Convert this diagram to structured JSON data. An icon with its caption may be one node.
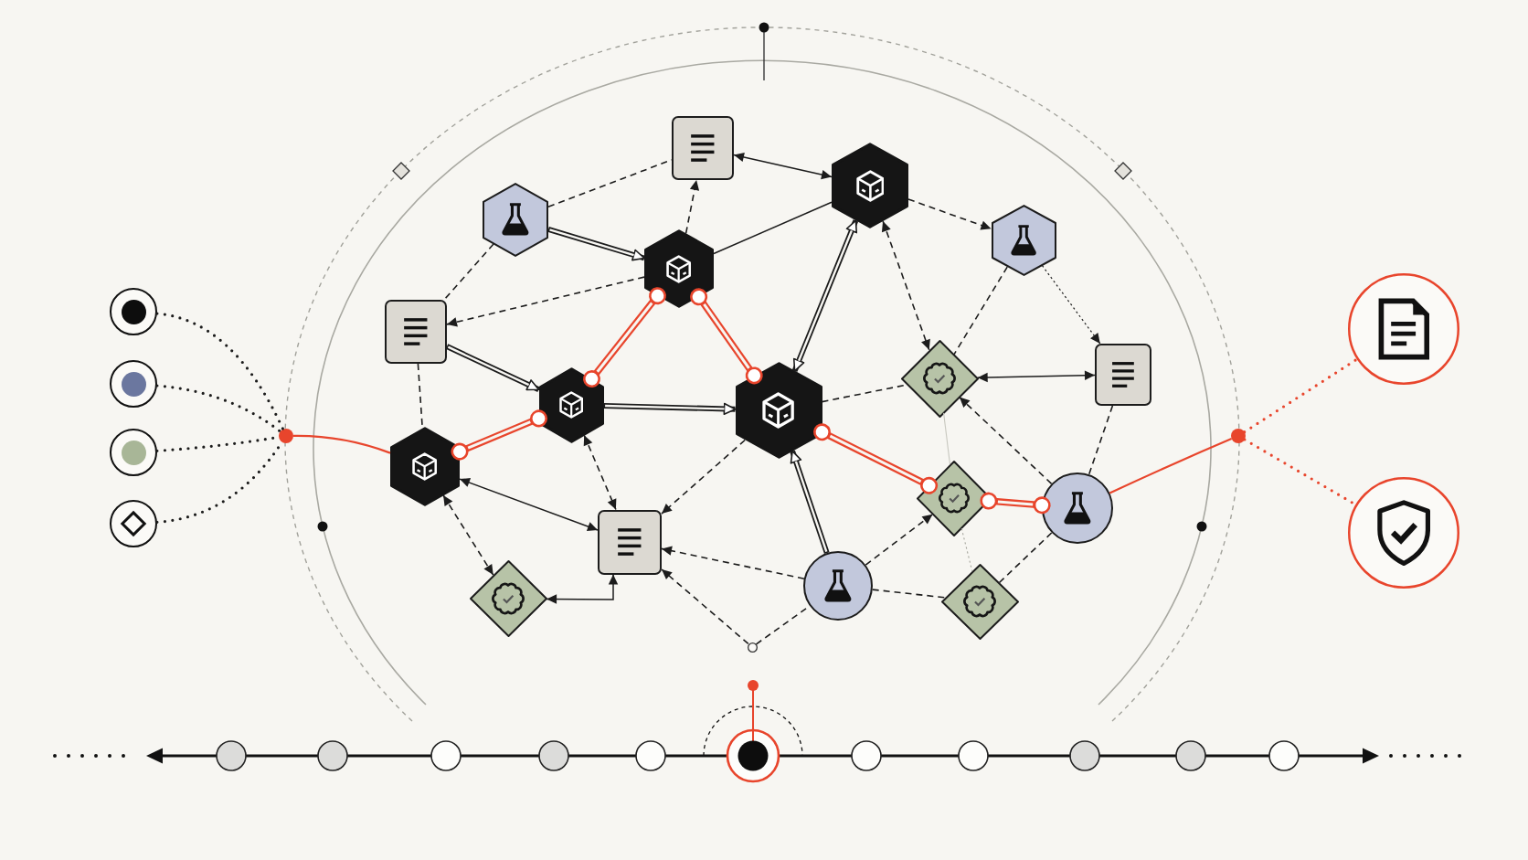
{
  "diagram": {
    "nodes": [
      {
        "text": [],
        "shape": "box"
      },
      {
        "text": [],
        "shape": "hexagon"
      },
      {
        "text": [],
        "shape": "hexagon"
      },
      {
        "text": [],
        "shape": "hexagon"
      },
      {
        "text": [],
        "shape": "hexagon"
      },
      {
        "text": [],
        "shape": "circle"
      },
      {
        "text": [],
        "shape": "circle"
      },
      {
        "text": [],
        "shape": "box"
      },
      {
        "text": [],
        "shape": "box"
      },
      {
        "text": [],
        "shape": "diamond"
      },
      {
        "text": [],
        "shape": "circle"
      },
      {
        "text": [],
        "shape": "hexagon"
      },
      {
        "text": [],
        "shape": "hexagon"
      },
      {
        "text": [],
        "shape": "circle"
      },
      {
        "text": [],
        "shape": "circle"
      },
      {
        "text": [],
        "shape": "circle"
      },
      {
        "text": [],
        "shape": "hexagon"
      },
      {
        "text": [],
        "shape": "diamond"
      },
      {
        "text": [],
        "shape": "circle"
      },
      {
        "text": [],
        "shape": "circle"
      },
      {
        "text": [],
        "shape": "circle"
      },
      {
        "text": [],
        "shape": "box"
      },
      {
        "text": [],
        "shape": "circle"
      },
      {
        "text": [],
        "shape": "diamond"
      },
      {
        "text": [],
        "shape": "diamond"
      },
      {
        "text": [],
        "shape": "circle"
      }
    ],
    "edges": [
      {
        "from": 2,
        "to": 0,
        "arrow": "none",
        "style": "dashed"
      },
      {
        "from": 0,
        "to": 1,
        "arrow": "both"
      },
      {
        "from": 4,
        "to": 0,
        "arrow": "to",
        "style": "dashed"
      },
      {
        "from": 2,
        "to": 4,
        "arrow": "to",
        "style": "thick"
      },
      {
        "from": 2,
        "to": 7,
        "arrow": "none",
        "style": "dashed"
      },
      {
        "from": 4,
        "to": 1,
        "arrow": "none"
      },
      {
        "from": 4,
        "to": 7,
        "arrow": "to",
        "style": "dashed"
      },
      {
        "from": 1,
        "to": 3,
        "arrow": "to",
        "style": "dashed"
      },
      {
        "from": 1,
        "to": 9,
        "arrow": "both",
        "style": "dashed"
      },
      {
        "from": 3,
        "to": 9,
        "arrow": "none",
        "style": "dashed"
      },
      {
        "from": 3,
        "to": 8,
        "arrow": "to",
        "style": "dashed"
      },
      {
        "from": 7,
        "to": 11,
        "arrow": "to",
        "style": "thick"
      },
      {
        "from": 7,
        "to": 16,
        "arrow": "none",
        "style": "dashed"
      },
      {
        "from": 4,
        "to": 11,
        "arrow": "other",
        "style": "thick",
        "color": "#e8452c"
      },
      {
        "from": 4,
        "to": 12,
        "arrow": "other",
        "style": "thick",
        "color": "#e8452c"
      },
      {
        "from": 1,
        "to": 12,
        "arrow": "both",
        "style": "thick"
      },
      {
        "from": 9,
        "to": 8,
        "arrow": "both"
      },
      {
        "from": 11,
        "to": 12,
        "arrow": "to",
        "style": "thick"
      },
      {
        "from": 12,
        "to": 9,
        "arrow": "none",
        "style": "dashed"
      },
      {
        "from": 5,
        "to": 13,
        "arrow": "none",
        "style": "dashed"
      },
      {
        "from": 10,
        "to": 13,
        "arrow": "none",
        "style": "dashed"
      },
      {
        "from": 15,
        "to": 13,
        "arrow": "none",
        "style": "dashed"
      },
      {
        "from": 19,
        "to": 13,
        "arrow": "none",
        "style": "dashed"
      },
      {
        "from": 13,
        "to": 16,
        "arrow": "none",
        "color": "#e8452c"
      },
      {
        "from": 16,
        "to": 11,
        "arrow": "other",
        "style": "thick",
        "color": "#e8452c"
      },
      {
        "from": 12,
        "to": 17,
        "arrow": "other",
        "style": "thick",
        "color": "#e8452c"
      },
      {
        "from": 18,
        "to": 9,
        "arrow": "to",
        "style": "dashed"
      },
      {
        "from": 8,
        "to": 18,
        "arrow": "none",
        "style": "dashed"
      },
      {
        "from": 17,
        "to": 18,
        "arrow": "other",
        "style": "thick",
        "color": "#e8452c"
      },
      {
        "from": 18,
        "to": 14,
        "arrow": "none",
        "color": "#e8452c"
      },
      {
        "from": 14,
        "to": 6,
        "arrow": "none",
        "style": "dashed",
        "color": "#e8452c"
      },
      {
        "from": 14,
        "to": 20,
        "arrow": "none",
        "style": "dashed",
        "color": "#e8452c"
      },
      {
        "from": 9,
        "to": 17,
        "arrow": "none",
        "color": "#c8c8c0"
      },
      {
        "from": 17,
        "to": 24,
        "arrow": "none",
        "style": "dashed",
        "color": "#a6a69e"
      },
      {
        "from": 16,
        "to": 23,
        "arrow": "both",
        "style": "dashed"
      },
      {
        "from": 16,
        "to": 21,
        "arrow": "both"
      },
      {
        "from": 11,
        "to": 21,
        "arrow": "both",
        "style": "dashed"
      },
      {
        "from": 12,
        "to": 21,
        "arrow": "to",
        "style": "dashed"
      },
      {
        "from": 23,
        "to": 21,
        "arrow": "both"
      },
      {
        "from": 22,
        "to": 21,
        "arrow": "to",
        "style": "dashed"
      },
      {
        "from": 25,
        "to": 21,
        "arrow": "to",
        "style": "dashed"
      },
      {
        "from": 25,
        "to": 22,
        "arrow": "none",
        "style": "dashed"
      },
      {
        "from": 22,
        "to": 12,
        "arrow": "to",
        "style": "thick"
      },
      {
        "from": 22,
        "to": 17,
        "arrow": "to",
        "style": "dashed"
      },
      {
        "from": 22,
        "to": 24,
        "arrow": "none",
        "style": "dashed"
      },
      {
        "from": 24,
        "to": 18,
        "arrow": "none",
        "style": "dashed"
      }
    ]
  }
}
